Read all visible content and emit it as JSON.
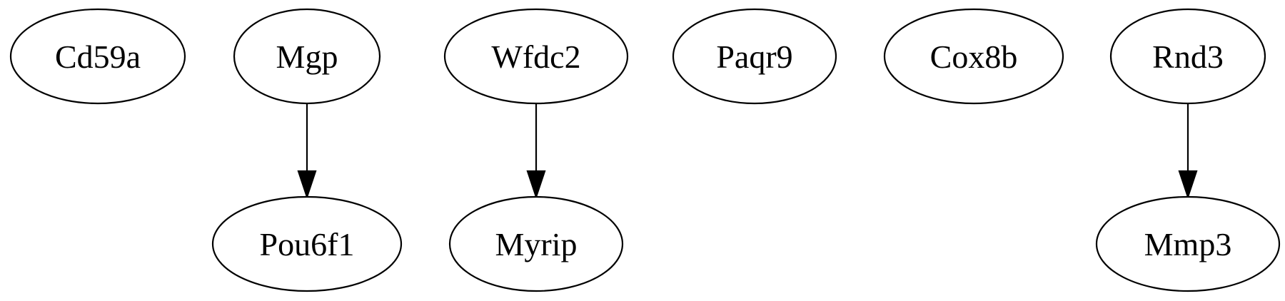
{
  "graph": {
    "nodes": [
      {
        "id": "cd59a",
        "label": "Cd59a"
      },
      {
        "id": "mgp",
        "label": "Mgp"
      },
      {
        "id": "wfdc2",
        "label": "Wfdc2"
      },
      {
        "id": "paqr9",
        "label": "Paqr9"
      },
      {
        "id": "cox8b",
        "label": "Cox8b"
      },
      {
        "id": "rnd3",
        "label": "Rnd3"
      },
      {
        "id": "pou6f1",
        "label": "Pou6f1"
      },
      {
        "id": "myrip",
        "label": "Myrip"
      },
      {
        "id": "mmp3",
        "label": "Mmp3"
      }
    ],
    "edges": [
      {
        "from": "mgp",
        "to": "pou6f1"
      },
      {
        "from": "wfdc2",
        "to": "myrip"
      },
      {
        "from": "rnd3",
        "to": "mmp3"
      }
    ]
  }
}
